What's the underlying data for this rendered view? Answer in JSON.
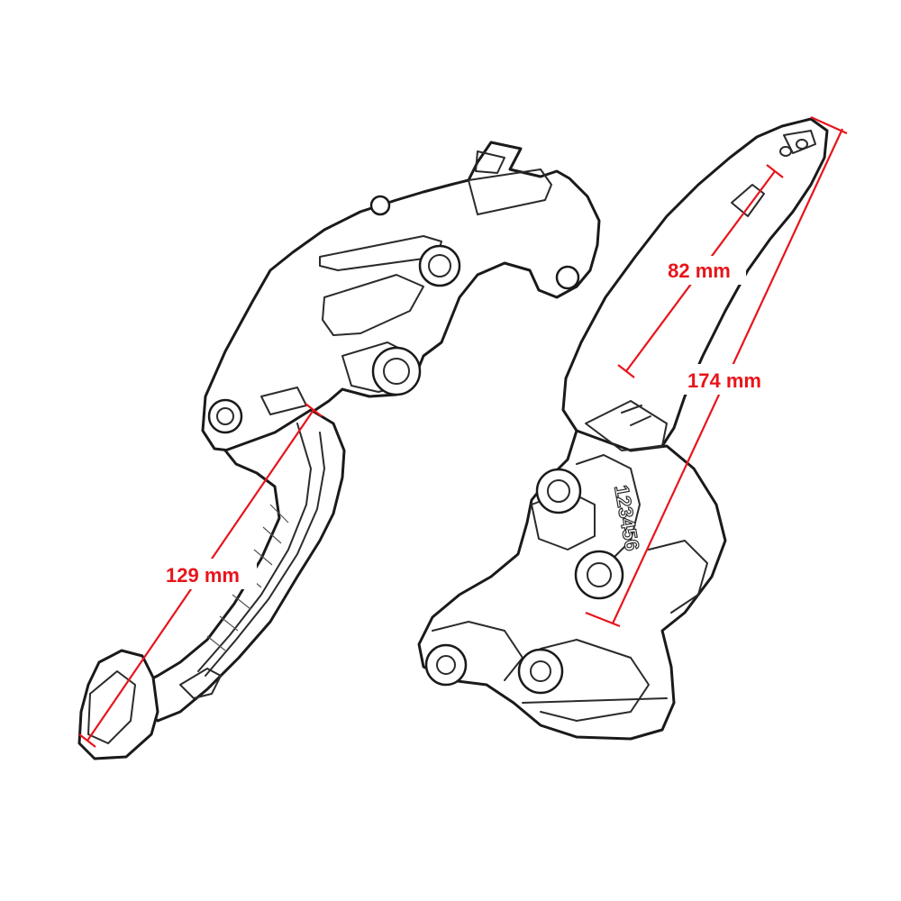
{
  "dimensions": {
    "left_lever_length": "129 mm",
    "right_lever_adjust_length": "82 mm",
    "right_lever_total_length": "174 mm"
  },
  "colors": {
    "dimension": "#e8141b",
    "line_art": "#1a1a1a",
    "background": "#ffffff"
  },
  "engraving": {
    "right_lever_dial": "123456"
  }
}
